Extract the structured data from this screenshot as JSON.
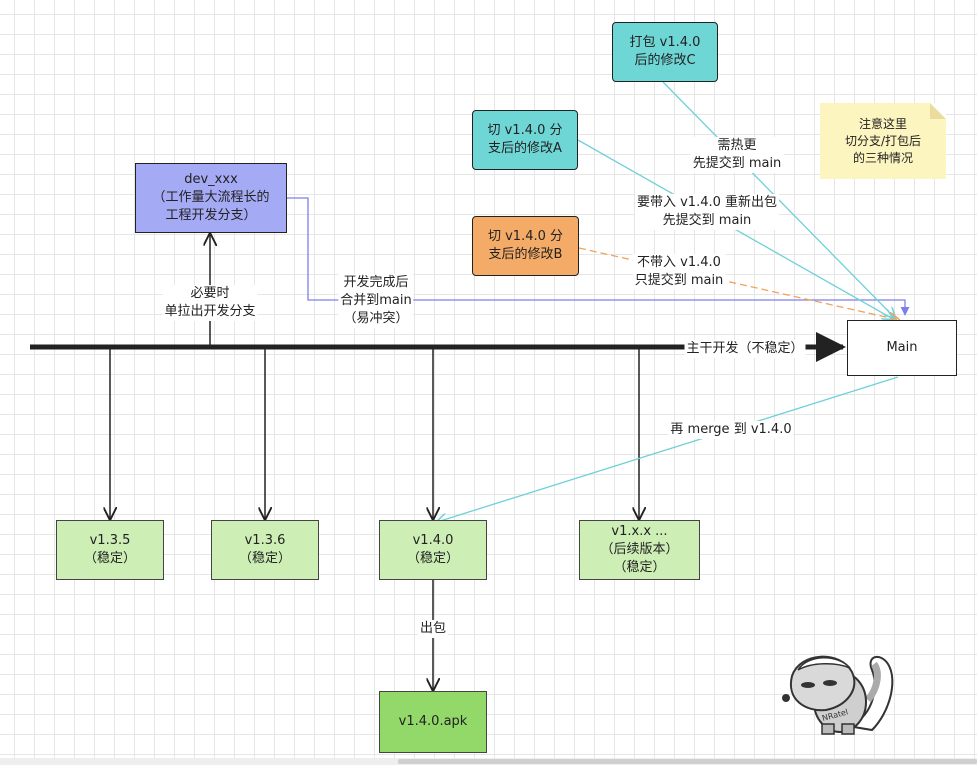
{
  "nodes": {
    "dev_branch": [
      "dev_xxx",
      "（工作量大流程长的",
      "工程开发分支）"
    ],
    "v135": [
      "v1.3.5",
      "（稳定）"
    ],
    "v136": [
      "v1.3.6",
      "（稳定）"
    ],
    "v140": [
      "v1.4.0",
      "（稳定）"
    ],
    "v1xx": [
      "v1.x.x ...",
      "（后续版本）",
      "（稳定）"
    ],
    "apk": [
      "v1.4.0.apk"
    ],
    "main": [
      "Main"
    ],
    "change_c": [
      "打包 v1.4.0",
      "后的修改C"
    ],
    "change_a": [
      "切 v1.4.0 分",
      "支后的修改A"
    ],
    "change_b": [
      "切 v1.4.0 分",
      "支后的修改B"
    ]
  },
  "labels": {
    "branch_out": [
      "必要时",
      "单拉出开发分支"
    ],
    "merge_back": [
      "开发完成后",
      "合并到main",
      "（易冲突）"
    ],
    "trunk": [
      "主干开发（不稳定）"
    ],
    "merge_to_release": [
      "再 merge 到 v1.4.0"
    ],
    "package": [
      "出包"
    ],
    "hotfix": [
      "需热更",
      "先提交到 main"
    ],
    "repackage": [
      "要带入 v1.4.0 重新出包",
      "先提交到 main"
    ],
    "main_only": [
      "不带入 v1.4.0",
      "只提交到 main"
    ]
  },
  "note": [
    "注意这里",
    "切分支/打包后",
    "的三种情况"
  ],
  "colors": {
    "trunk": "#222222",
    "purple_link": "#7d7fe8",
    "teal_link": "#6fd0d8",
    "orange_link": "#f0a25c",
    "release_fill": "#cdeeb5",
    "apk_fill": "#93d96a",
    "dev_fill": "#a5aaf5",
    "teal_fill": "#6fd6d6",
    "orange_fill": "#f3ab67",
    "note_fill": "#fdf5c0"
  },
  "mascot": {
    "badge": "NRatel"
  }
}
